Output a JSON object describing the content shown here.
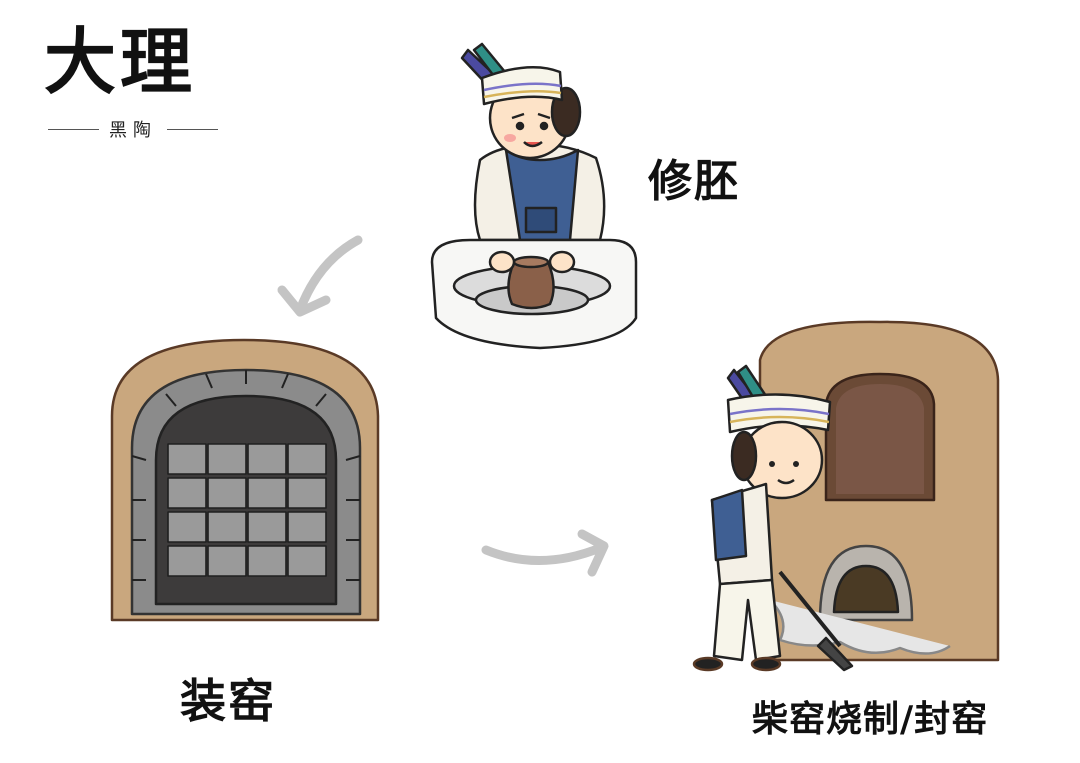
{
  "brand": {
    "title": "大理",
    "subtitle": "黑陶"
  },
  "steps": [
    {
      "label": "修胚",
      "icon": "potter-wheel-illustration"
    },
    {
      "label": "装窑",
      "icon": "kiln-loading-illustration"
    },
    {
      "label": "柴窑烧制/封窑",
      "icon": "wood-kiln-firing-illustration"
    }
  ],
  "colors": {
    "ink": "#111111",
    "clay": "#c9a77e",
    "kiln_dark": "#3d3b3b",
    "apron_blue": "#3f5f93",
    "arrow_gray": "#bdbdbd"
  }
}
